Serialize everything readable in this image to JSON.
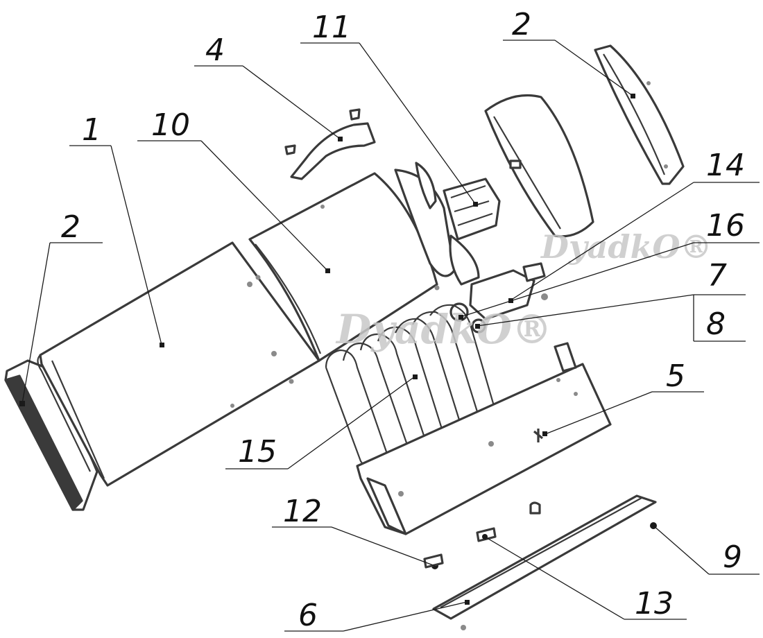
{
  "diagram": {
    "callouts": [
      {
        "id": "c1",
        "label": "1"
      },
      {
        "id": "c2a",
        "label": "2"
      },
      {
        "id": "c2b",
        "label": "2"
      },
      {
        "id": "c4",
        "label": "4"
      },
      {
        "id": "c5",
        "label": "5"
      },
      {
        "id": "c6",
        "label": "6"
      },
      {
        "id": "c7",
        "label": "7"
      },
      {
        "id": "c8",
        "label": "8"
      },
      {
        "id": "c9",
        "label": "9"
      },
      {
        "id": "c10",
        "label": "10"
      },
      {
        "id": "c11",
        "label": "11"
      },
      {
        "id": "c12",
        "label": "12"
      },
      {
        "id": "c13",
        "label": "13"
      },
      {
        "id": "c14",
        "label": "14"
      },
      {
        "id": "c15",
        "label": "15"
      },
      {
        "id": "c16",
        "label": "16"
      }
    ],
    "watermarks": [
      "DyadkO®",
      "DyadkO®"
    ]
  }
}
